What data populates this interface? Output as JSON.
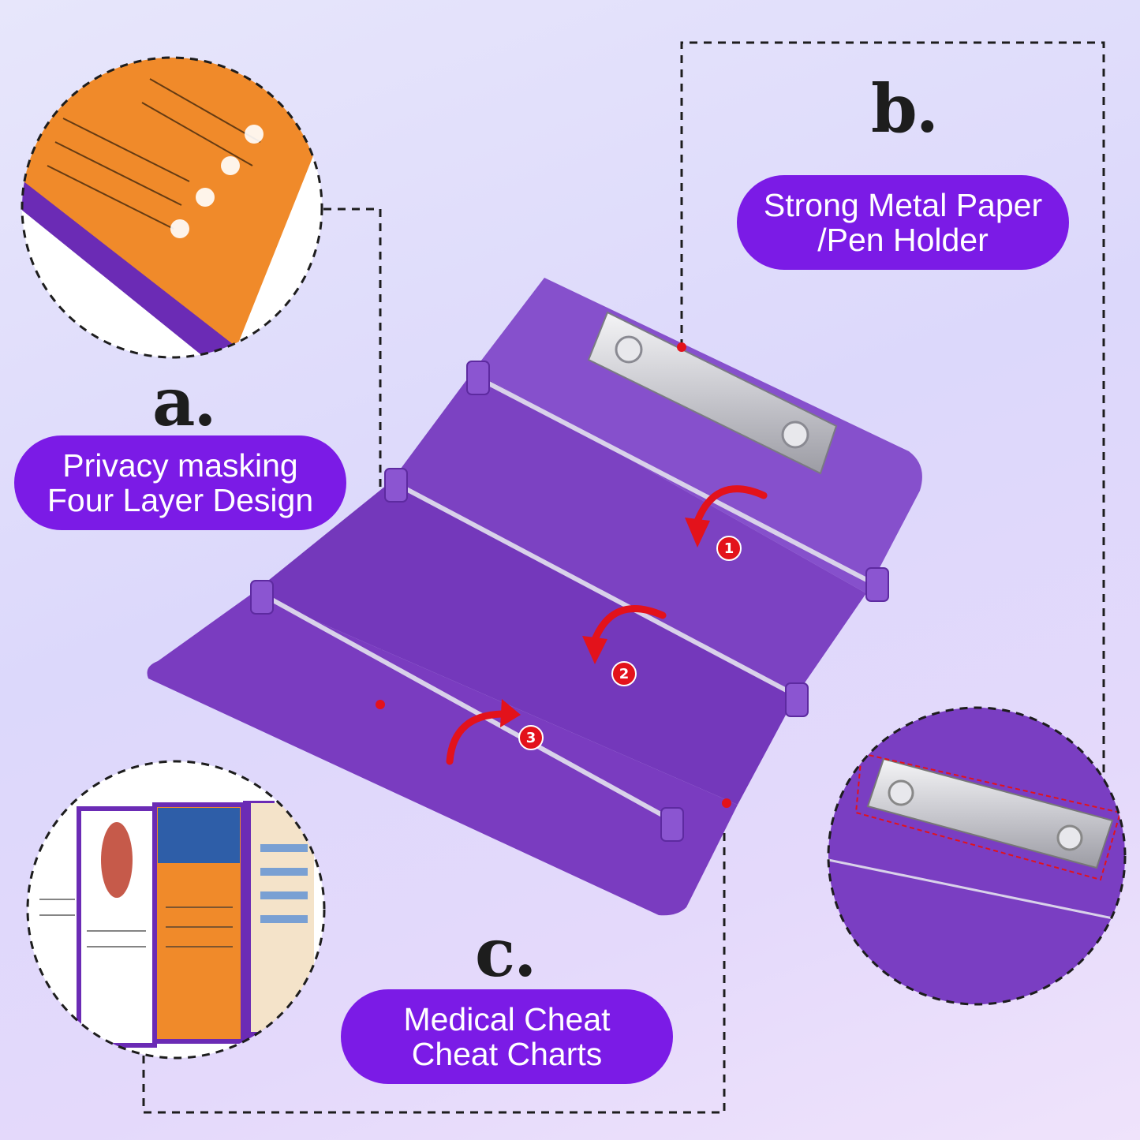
{
  "features": {
    "a": {
      "letter": "a.",
      "line1": "Privacy masking",
      "line2": "Four Layer Design"
    },
    "b": {
      "letter": "b.",
      "line1": "Strong Metal Paper",
      "line2": "/Pen Holder"
    },
    "c": {
      "letter": "c.",
      "line1": "Medical Cheat",
      "line2": "Cheat Charts"
    }
  },
  "steps": [
    "1",
    "2",
    "3"
  ],
  "colors": {
    "accent": "#7b1be6",
    "clipboard": "#7a3fc0",
    "arrow": "#e3121b",
    "chart": "#f08a2a"
  }
}
